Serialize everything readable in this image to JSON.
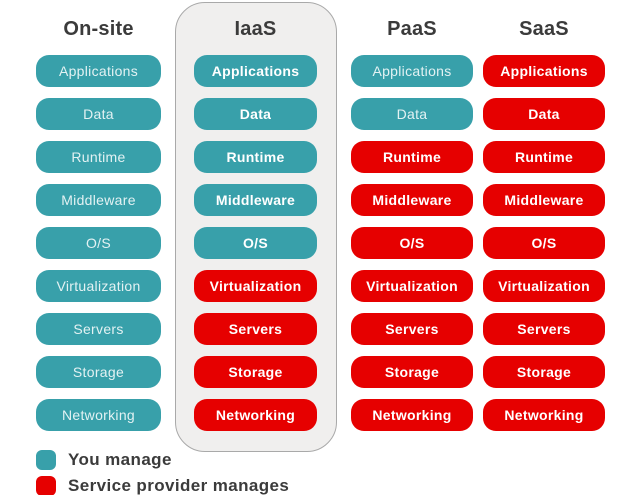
{
  "colors": {
    "you_manage": "#38a0aa",
    "provider_manages": "#e60000",
    "highlight_background": "#f0efee",
    "highlight_border": "#a9a9a9",
    "heading_text": "#3b3b3b",
    "pill_text": "#ffffff"
  },
  "columns": [
    {
      "label": "On-site",
      "highlighted": false,
      "layers": [
        {
          "label": "Applications",
          "manager": "you"
        },
        {
          "label": "Data",
          "manager": "you"
        },
        {
          "label": "Runtime",
          "manager": "you"
        },
        {
          "label": "Middleware",
          "manager": "you"
        },
        {
          "label": "O/S",
          "manager": "you"
        },
        {
          "label": "Virtualization",
          "manager": "you"
        },
        {
          "label": "Servers",
          "manager": "you"
        },
        {
          "label": "Storage",
          "manager": "you"
        },
        {
          "label": "Networking",
          "manager": "you"
        }
      ]
    },
    {
      "label": "IaaS",
      "highlighted": true,
      "layers": [
        {
          "label": "Applications",
          "manager": "you"
        },
        {
          "label": "Data",
          "manager": "you"
        },
        {
          "label": "Runtime",
          "manager": "you"
        },
        {
          "label": "Middleware",
          "manager": "you"
        },
        {
          "label": "O/S",
          "manager": "you"
        },
        {
          "label": "Virtualization",
          "manager": "provider"
        },
        {
          "label": "Servers",
          "manager": "provider"
        },
        {
          "label": "Storage",
          "manager": "provider"
        },
        {
          "label": "Networking",
          "manager": "provider"
        }
      ]
    },
    {
      "label": "PaaS",
      "highlighted": false,
      "layers": [
        {
          "label": "Applications",
          "manager": "you"
        },
        {
          "label": "Data",
          "manager": "you"
        },
        {
          "label": "Runtime",
          "manager": "provider"
        },
        {
          "label": "Middleware",
          "manager": "provider"
        },
        {
          "label": "O/S",
          "manager": "provider"
        },
        {
          "label": "Virtualization",
          "manager": "provider"
        },
        {
          "label": "Servers",
          "manager": "provider"
        },
        {
          "label": "Storage",
          "manager": "provider"
        },
        {
          "label": "Networking",
          "manager": "provider"
        }
      ]
    },
    {
      "label": "SaaS",
      "highlighted": false,
      "layers": [
        {
          "label": "Applications",
          "manager": "provider"
        },
        {
          "label": "Data",
          "manager": "provider"
        },
        {
          "label": "Runtime",
          "manager": "provider"
        },
        {
          "label": "Middleware",
          "manager": "provider"
        },
        {
          "label": "O/S",
          "manager": "provider"
        },
        {
          "label": "Virtualization",
          "manager": "provider"
        },
        {
          "label": "Servers",
          "manager": "provider"
        },
        {
          "label": "Storage",
          "manager": "provider"
        },
        {
          "label": "Networking",
          "manager": "provider"
        }
      ]
    }
  ],
  "legend": {
    "items": [
      {
        "label": "You manage",
        "color": "#38a0aa",
        "key": "you"
      },
      {
        "label": "Service provider manages",
        "color": "#e60000",
        "key": "provider"
      }
    ]
  }
}
